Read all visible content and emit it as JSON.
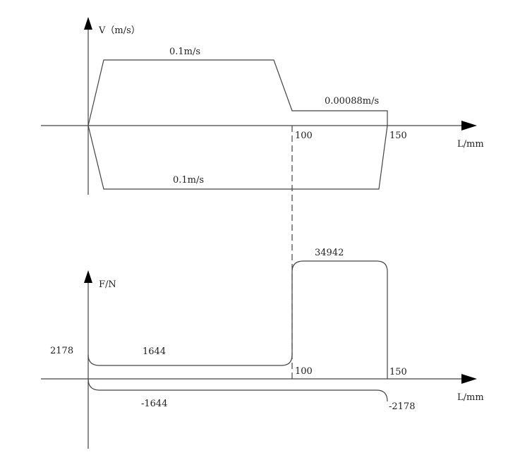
{
  "velocity_diagram": {
    "y_label": "V（m/s）",
    "x_label": "L/mm",
    "forward_speed": "0.1m/s",
    "slow_speed": "0.00088m/s",
    "return_speed": "0.1m/s",
    "tick_100": "100",
    "tick_150": "150"
  },
  "force_diagram": {
    "y_label": "F/N",
    "x_label": "L/mm",
    "start_force": "2178",
    "forward_force": "1644",
    "pressing_force": "34942",
    "return_force": "-1644",
    "end_force": "-2178",
    "tick_100": "100",
    "tick_150": "150"
  },
  "colors": {
    "line": "#444444",
    "text": "#222222"
  }
}
